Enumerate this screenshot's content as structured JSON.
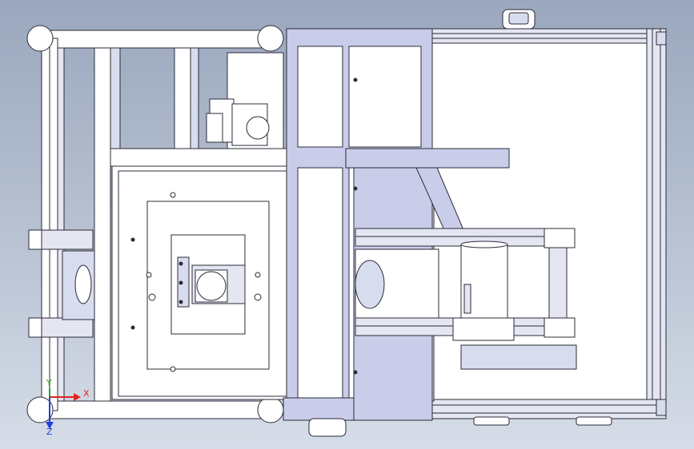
{
  "viewport": {
    "background_top": "#9aa7bd",
    "background_bottom": "#d6dde8",
    "part_fill": "#ffffff",
    "part_edge": "#2b2b38",
    "part_shade": "#d8dcef",
    "plate_fill": "#c9cdea",
    "extrusion_fill": "#e4e6f2"
  },
  "triad": {
    "x_label": "X",
    "y_label": "Y",
    "z_label": "Z",
    "x_color": "#e0261f",
    "y_color": "#1fa51f",
    "z_color": "#1f3fe0"
  }
}
